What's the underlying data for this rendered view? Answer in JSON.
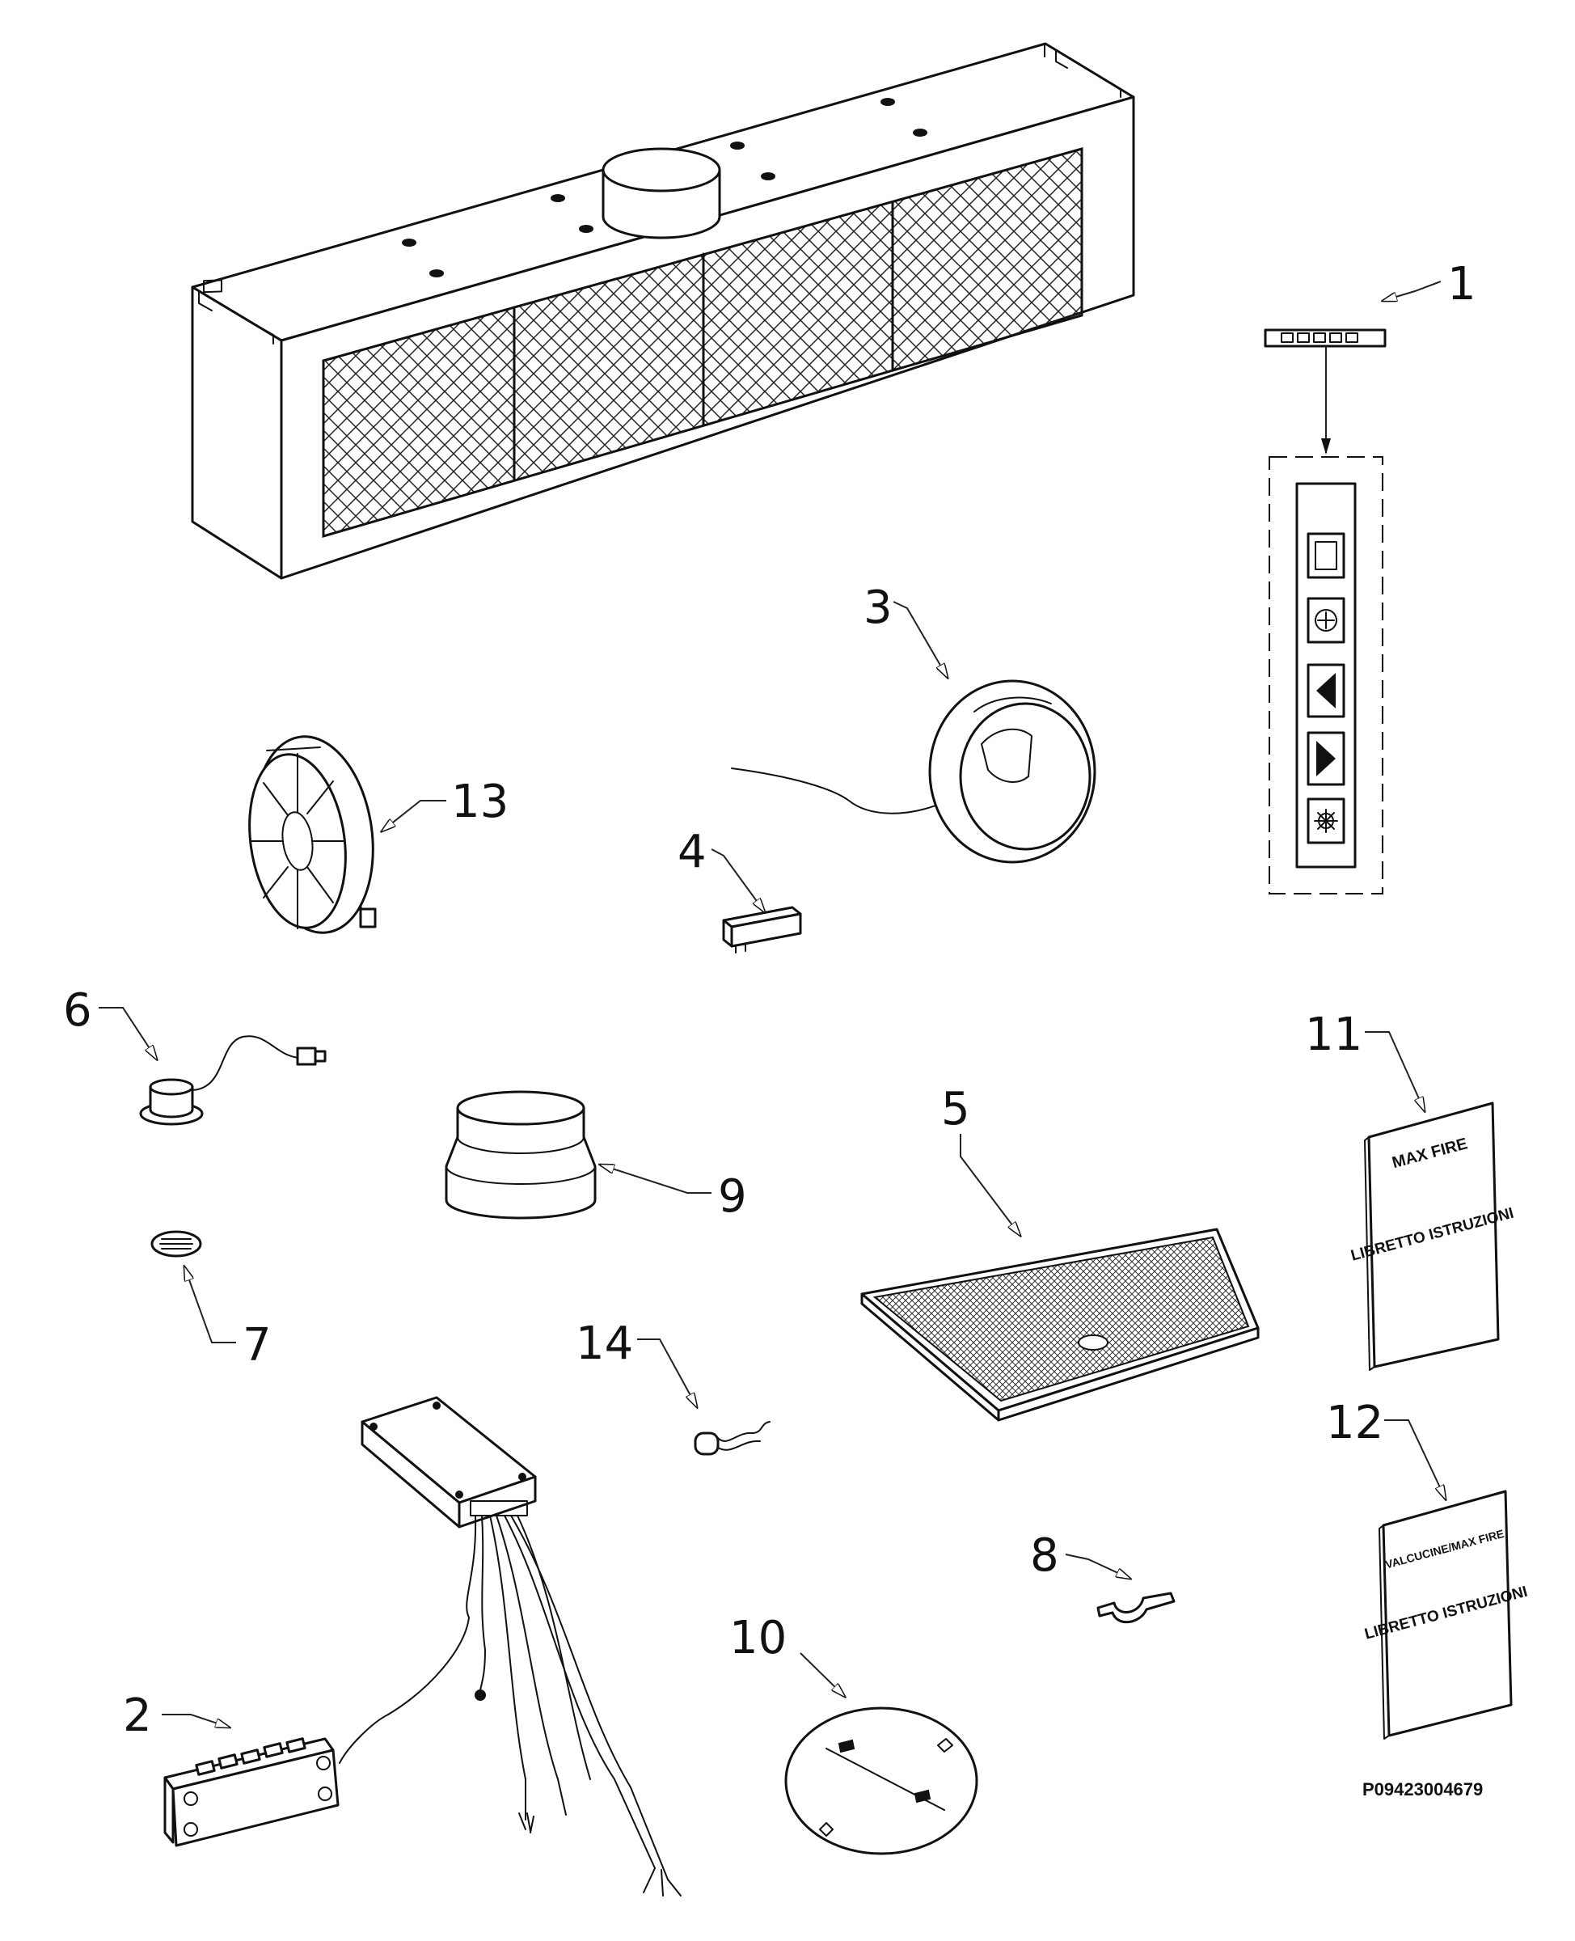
{
  "drawing_code": "P09423004679",
  "callouts": {
    "c1": "1",
    "c2": "2",
    "c3": "3",
    "c4": "4",
    "c5": "5",
    "c6": "6",
    "c7": "7",
    "c8": "8",
    "c9": "9",
    "c10": "10",
    "c11": "11",
    "c12": "12",
    "c13": "13",
    "c14": "14"
  },
  "manual_11": {
    "line1": "MAX FIRE",
    "line2": "LIBRETTO ISTRUZIONI"
  },
  "manual_12": {
    "line1": "VALCUCINE/MAX FIRE",
    "line2": "LIBRETTO ISTRUZIONI"
  },
  "colors": {
    "line": "#111111",
    "background": "#ffffff"
  }
}
